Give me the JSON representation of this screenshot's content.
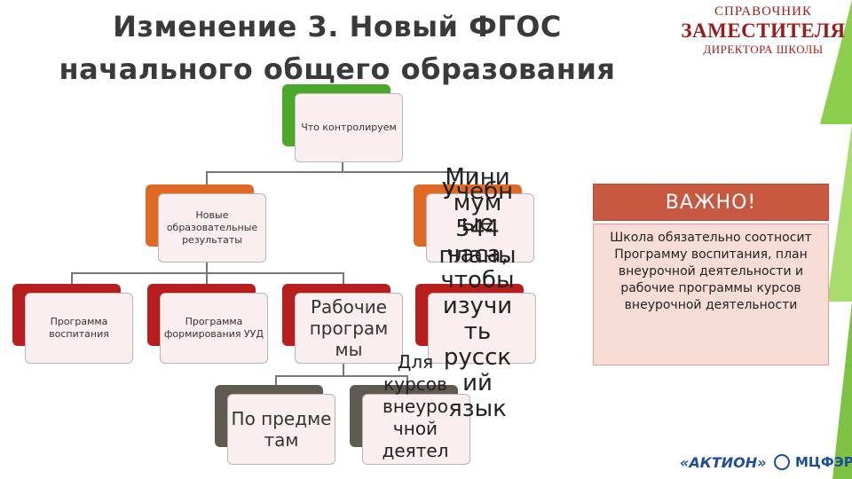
{
  "title": {
    "line1": "Изменение 3. Новый ФГОС",
    "line2": "начального общего образования"
  },
  "logo": {
    "line1": "СПРАВОЧНИК",
    "line2": "ЗАМЕСТИТЕЛЯ",
    "line3": "ДИРЕКТОРА ШКОЛЫ"
  },
  "diagram": {
    "root": "Что контролируем",
    "results": "Новые образовательные результаты",
    "plans_overflow": "Учебн\nые\nпланы",
    "minimum_overflow": "Мини\nмум\n544\nчаса,\nчтобы\nизучи\nть\nрусск\nий\nязык",
    "upbringing": "Программа воспитания",
    "uud": "Программа формирования УУД",
    "work_programs": "Рабочие програм мы",
    "by_subjects": "По предме там",
    "extracurricular_overflow": "Для\nкурсов\nвнеуро\nчной\nдеятел"
  },
  "important": {
    "header": "ВАЖНО!",
    "body": "Школа обязательно соотносит Программу воспитания, план внеурочной деятельности\nи рабочие программы курсов внеурочной деятельности"
  },
  "footer": {
    "brand1": "«АКТИОН»",
    "brand2": "МЦФЭР"
  },
  "colors": {
    "green": "#4aa82a",
    "orange": "#e06a24",
    "red": "#b81e1e",
    "gray": "#5f5a50",
    "accent_stripe": "#7dc242"
  }
}
